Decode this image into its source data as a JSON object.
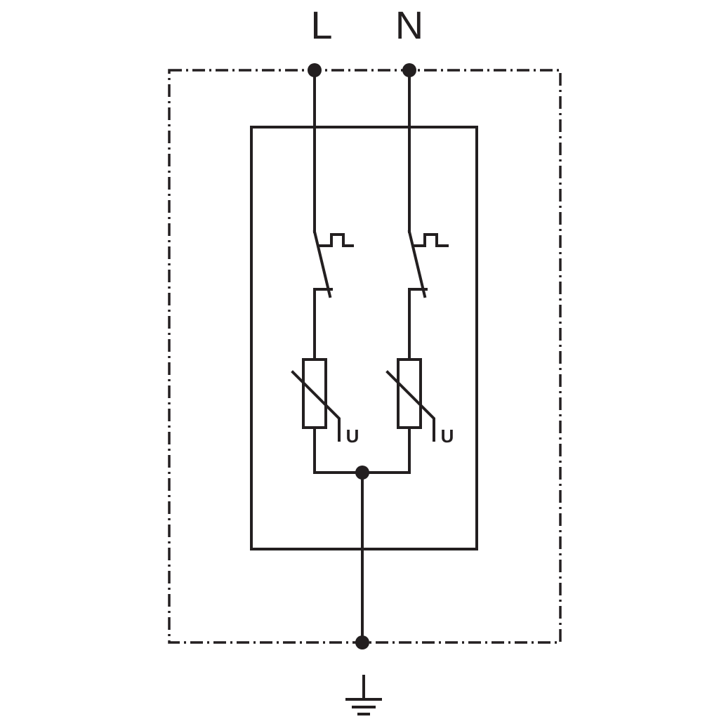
{
  "terminals": {
    "line": "L",
    "neutral": "N"
  },
  "varistor_label": "U",
  "colors": {
    "line": "#231f20",
    "background": "#ffffff"
  },
  "icons": {
    "ground": "ground-icon"
  }
}
